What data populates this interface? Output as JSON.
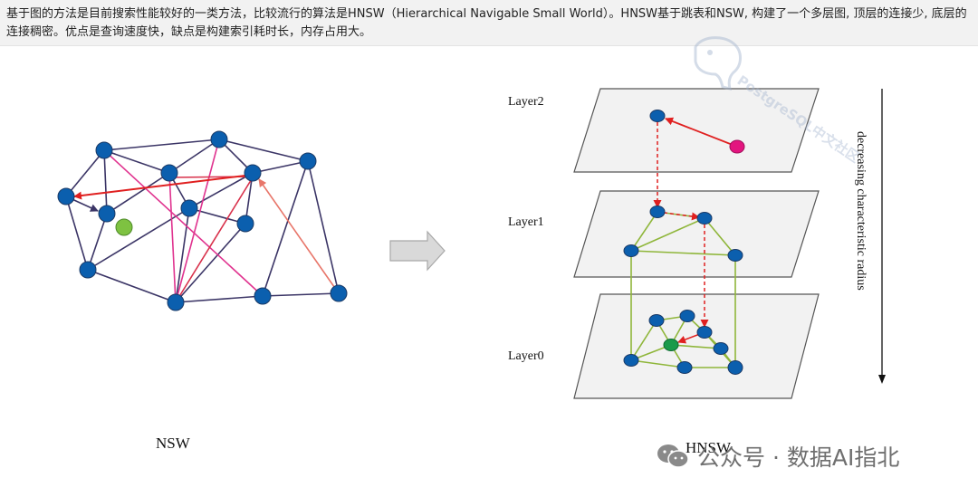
{
  "header": {
    "text": "基于图的方法是目前搜索性能较好的一类方法，比较流行的算法是HNSW（Hierarchical Navigable Small World）。HNSW基于跳表和NSW, 构建了一个多层图, 顶层的连接少, 底层的连接稠密。优点是查询速度快，缺点是构建索引耗时长，内存占用大。"
  },
  "nsw": {
    "caption": "NSW"
  },
  "hnsw": {
    "caption": "HNSW",
    "layers": [
      "Layer2",
      "Layer1",
      "Layer0"
    ],
    "axis_label": "decreasing characteristic radius"
  },
  "watermarks": {
    "bottom": "公众号 · 数据AI指北",
    "diagonal": "PostgreSQL中文社区"
  },
  "colors": {
    "node": "#0b5fae",
    "node_stroke": "#1b3a66",
    "query_node": "#7ec241",
    "nsw_edge": "#3b3566",
    "long_link": "#e0338f",
    "search_path": "#e02020",
    "hnsw_edge": "#8fb63a",
    "entry_node": "#e3157f",
    "target_node": "#1a9a4a",
    "plane_fill": "#f2f2f2",
    "plane_stroke": "#555555"
  }
}
